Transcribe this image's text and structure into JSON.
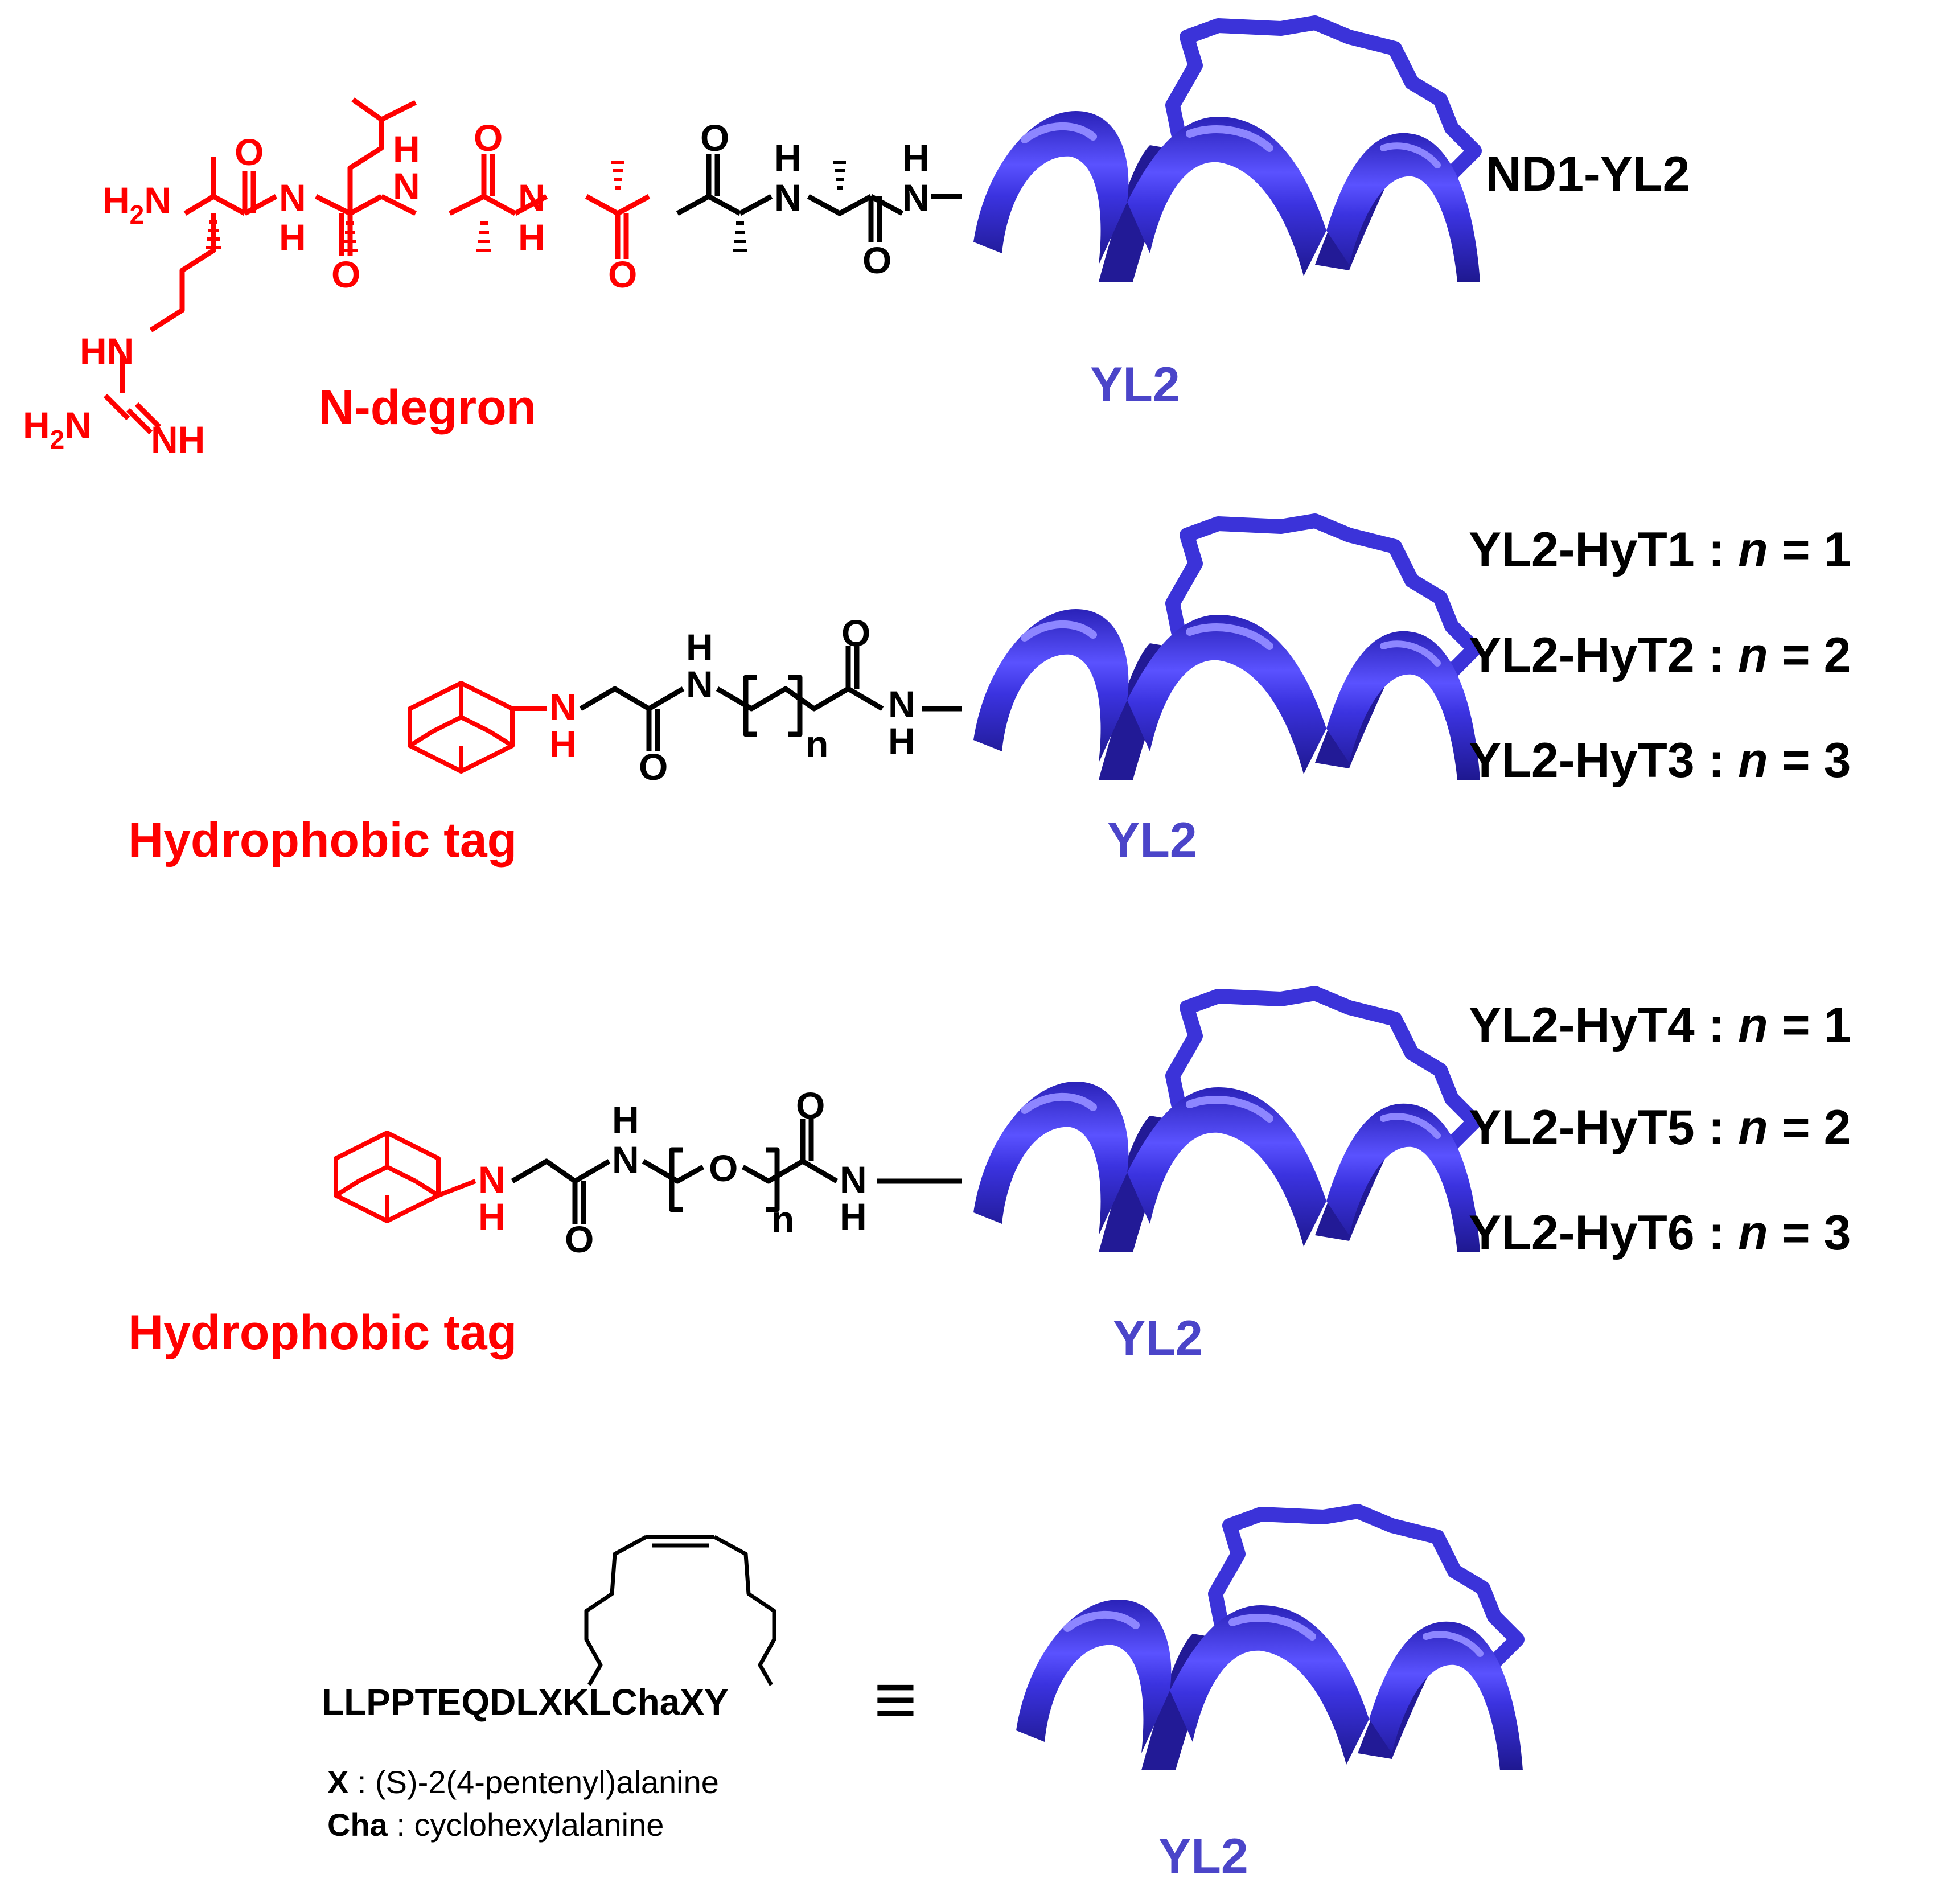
{
  "colors": {
    "ndegron": "#ff0000",
    "tag": "#ff0000",
    "helix": "#3b33d9",
    "helix_label": "#4b45c9",
    "text": "#000000"
  },
  "atoms": {
    "H2N": [
      "H",
      "2",
      "N"
    ],
    "NH_sub": [
      "H",
      "2",
      "N"
    ],
    "N": "N",
    "H": "H",
    "O": "O",
    "HN": "HN",
    "NH": "NH",
    "n": "n"
  },
  "compound1": {
    "name": "ND1-YL2",
    "fragment_label": "N-degron",
    "helix_label": "YL2"
  },
  "compound2": {
    "fragment_label": "Hydrophobic tag",
    "helix_label": "YL2",
    "variants": [
      {
        "name": "YL2-HyT1",
        "sep": " : ",
        "var": "n",
        "eq": " = 1"
      },
      {
        "name": "YL2-HyT2",
        "sep": " : ",
        "var": "n",
        "eq": " = 2"
      },
      {
        "name": "YL2-HyT3",
        "sep": " : ",
        "var": "n",
        "eq": " = 3"
      }
    ]
  },
  "compound3": {
    "fragment_label": "Hydrophobic tag",
    "helix_label": "YL2",
    "variants": [
      {
        "name": "YL2-HyT4",
        "sep": " : ",
        "var": "n",
        "eq": " = 1"
      },
      {
        "name": "YL2-HyT5",
        "sep": " : ",
        "var": "n",
        "eq": " = 2"
      },
      {
        "name": "YL2-HyT6",
        "sep": " : ",
        "var": "n",
        "eq": " = 3"
      }
    ]
  },
  "sequence_panel": {
    "sequence": "LLPPTEQDLXKLChaXY",
    "equiv_symbol": "≡",
    "helix_label": "YL2",
    "legend": [
      {
        "key": "X",
        "text": " : (S)-2(4-pentenyl)alanine"
      },
      {
        "key": "Cha",
        "text": " : cyclohexylalanine"
      }
    ]
  }
}
